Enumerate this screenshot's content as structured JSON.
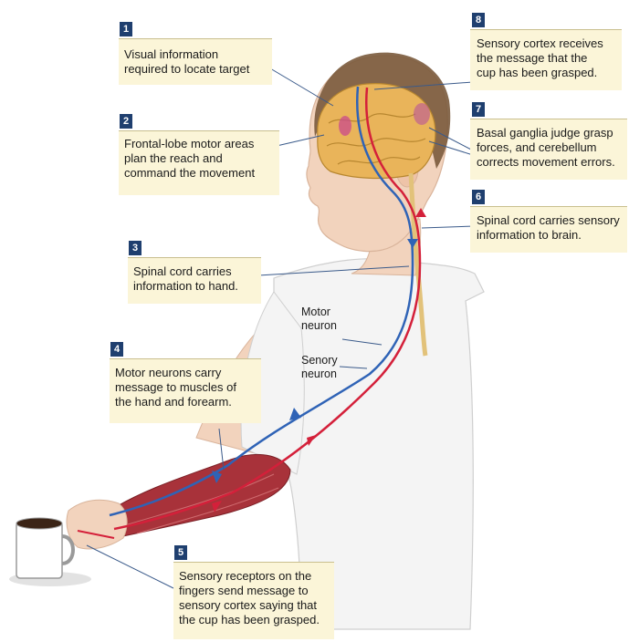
{
  "callouts": [
    {
      "number": "1",
      "text": "Visual information\nrequired to locate target"
    },
    {
      "number": "2",
      "text": "Frontal-lobe motor areas\nplan the reach and\ncommand the movement"
    },
    {
      "number": "3",
      "text": "Spinal cord carries\ninformation to hand."
    },
    {
      "number": "4",
      "text": "Motor neurons carry\nmessage to muscles of\nthe hand and forearm."
    },
    {
      "number": "5",
      "text": "Sensory receptors on the\nfingers send message to\nsensory cortex saying that\nthe cup has been grasped."
    },
    {
      "number": "6",
      "text": "Spinal cord carries sensory\ninformation to brain."
    },
    {
      "number": "7",
      "text": "Basal ganglia judge grasp\nforces, and cerebellum\ncorrects movement errors."
    },
    {
      "number": "8",
      "text": "Sensory cortex receives\nthe message that the\ncup has been grasped."
    }
  ],
  "neuron_labels": {
    "motor": "Motor\nneuron",
    "sensory": "Senory\nneuron"
  },
  "colors": {
    "motor_pathway": "#2f63b6",
    "sensory_pathway": "#d4203a",
    "callout_fill": "#fbf5d8",
    "number_badge": "#1f3f6f",
    "muscle": "#a8323a",
    "skin": "#f2d3bd",
    "hair": "#7a5a3c",
    "brain": "#e9b45a"
  },
  "icons": {
    "cup": "coffee-mug",
    "brain": "brain",
    "spinal_cord": "spinal-cord"
  }
}
